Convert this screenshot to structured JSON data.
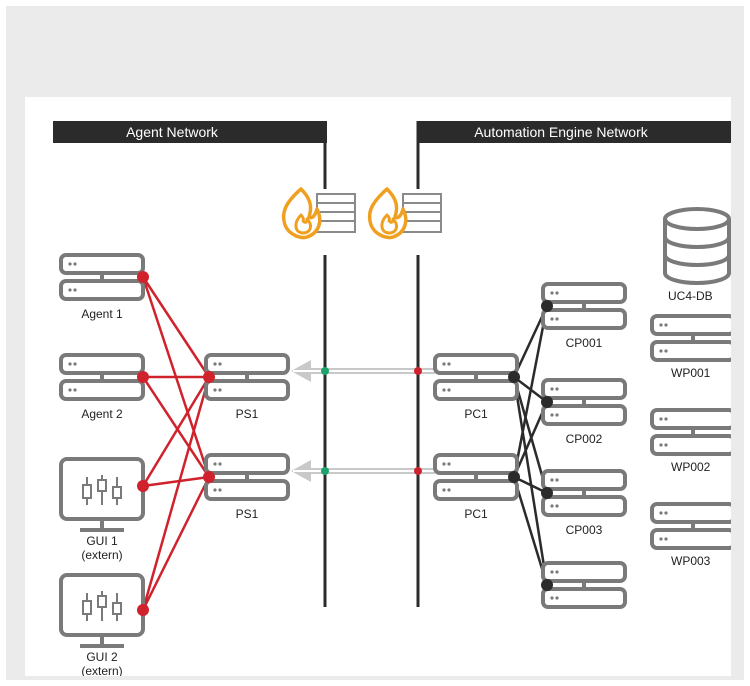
{
  "headers": {
    "agent_network": "Agent Network",
    "automation_engine_network": "Automation Engine Network"
  },
  "agents": [
    {
      "label": "Agent 1"
    },
    {
      "label": "Agent 2"
    }
  ],
  "guis": [
    {
      "line1": "GUI 1",
      "line2": "(extern)"
    },
    {
      "line1": "GUI 2",
      "line2": "(extern)"
    }
  ],
  "proxy_servers": [
    {
      "label": "PS1"
    },
    {
      "label": "PS1"
    }
  ],
  "proxy_clients": [
    {
      "label": "PC1"
    },
    {
      "label": "PC1"
    }
  ],
  "cp_servers": [
    {
      "label": "CP001"
    },
    {
      "label": "CP002"
    },
    {
      "label": "CP003"
    },
    {
      "label": ""
    }
  ],
  "database": {
    "label": "UC4-DB"
  },
  "wp_servers": [
    {
      "label": "WP001"
    },
    {
      "label": "WP002"
    },
    {
      "label": "WP003"
    }
  ],
  "icons": {
    "firewall_left": "firewall-icon",
    "firewall_right": "firewall-icon",
    "database": "database-icon",
    "server": "server-icon",
    "monitor": "monitor-chart-icon"
  },
  "colors": {
    "frame_bg": "#ebebeb",
    "header_bg": "#2b2b2b",
    "red_link": "#d0222c",
    "dark_link": "#2b2b2b",
    "server_stroke": "#7a7a7a",
    "arrow": "#c9c9c9",
    "dot_green": "#1aa36a",
    "dot_red": "#d0222c",
    "flame": "#f0a020"
  }
}
